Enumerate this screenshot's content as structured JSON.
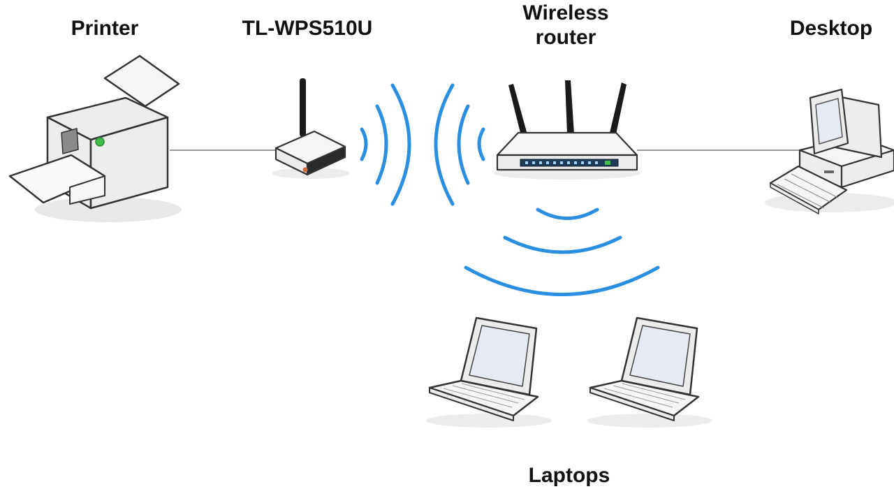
{
  "labels": {
    "printer": "Printer",
    "print_server": "TL-WPS510U",
    "router_line1": "Wireless",
    "router_line2": "router",
    "desktop": "Desktop",
    "laptops": "Laptops"
  },
  "colors": {
    "signal": "#2a8fe0",
    "cable": "#9a9a9a",
    "device_body": "#ececec",
    "device_outline": "#333333",
    "antenna": "#1a1a1a",
    "status_led": "#3fbf4a",
    "screen": "#e6eaf2"
  },
  "icons": {
    "printer": "printer-icon",
    "print_server": "print-server-icon",
    "router": "router-icon",
    "desktop": "desktop-computer-icon",
    "laptop": "laptop-icon",
    "signal": "wifi-signal-arcs"
  }
}
